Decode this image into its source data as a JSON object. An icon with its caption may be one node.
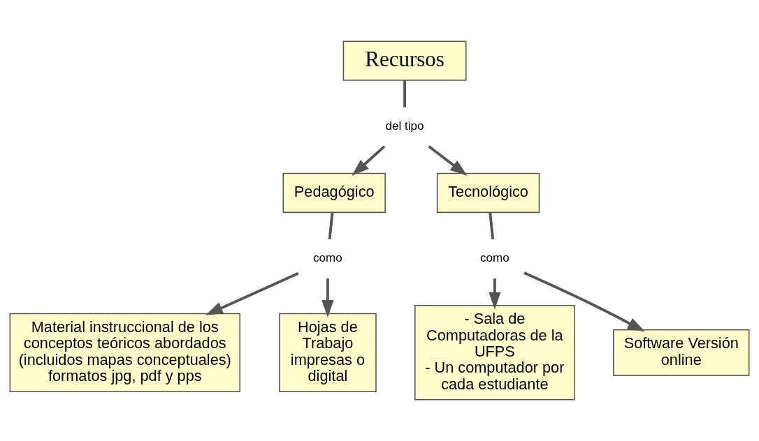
{
  "diagram": {
    "nodes": [
      {
        "text": [
          "Recursos"
        ]
      },
      {
        "text": [
          "del tipo"
        ]
      },
      {
        "text": [
          "Pedagógico"
        ]
      },
      {
        "text": [
          "Tecnológico"
        ]
      },
      {
        "text": [
          "como"
        ]
      },
      {
        "text": [
          "como"
        ]
      },
      {
        "text": [
          "Material instruccional de los conceptos teóricos abordados (incluidos mapas conceptuales) formatos jpg, pdf y pps"
        ]
      },
      {
        "text": [
          "Hojas de Trabajo impresas o digital"
        ]
      },
      {
        "text": [
          "- Sala de Computadoras de la UFPS",
          "- Un computador por cada estudiante"
        ]
      },
      {
        "text": [
          "Software Versión online"
        ]
      }
    ],
    "edges": [
      {
        "from": 0,
        "to": 1,
        "arrow": "none"
      },
      {
        "from": 1,
        "to": 2,
        "arrow": "to"
      },
      {
        "from": 1,
        "to": 3,
        "arrow": "to"
      },
      {
        "from": 2,
        "to": 4,
        "arrow": "none"
      },
      {
        "from": 4,
        "to": 6,
        "arrow": "to"
      },
      {
        "from": 4,
        "to": 7,
        "arrow": "to"
      },
      {
        "from": 3,
        "to": 5,
        "arrow": "none"
      },
      {
        "from": 5,
        "to": 8,
        "arrow": "to"
      },
      {
        "from": 5,
        "to": 9,
        "arrow": "to"
      }
    ]
  }
}
